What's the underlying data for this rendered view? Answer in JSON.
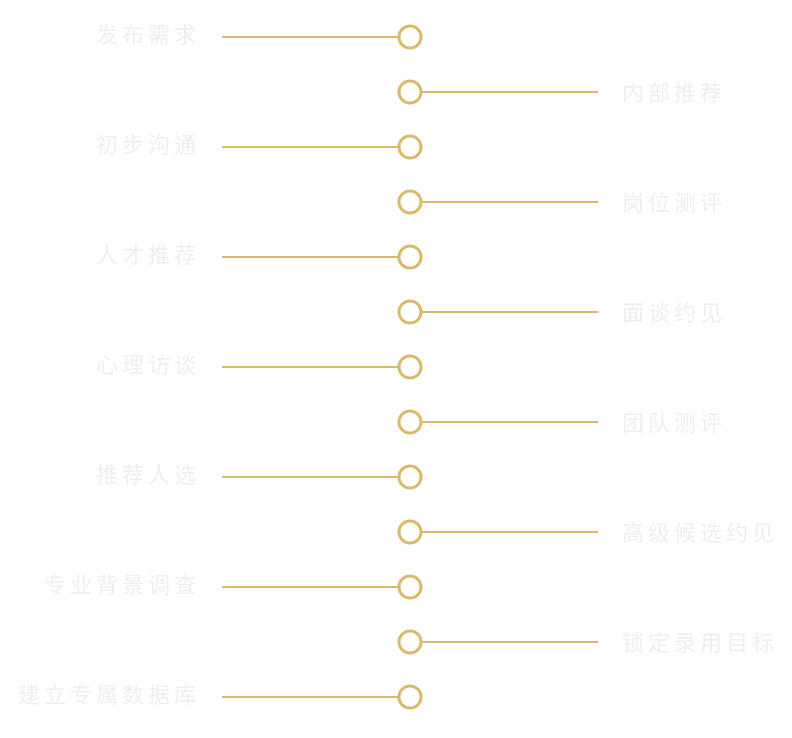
{
  "colors": {
    "line": "#d9b96a",
    "node_fill": "#ffffff",
    "label": "#eeeeee"
  },
  "steps": [
    {
      "label": "发布需求",
      "side": "left"
    },
    {
      "label": "内部推荐",
      "side": "right"
    },
    {
      "label": "初步沟通",
      "side": "left"
    },
    {
      "label": "岗位测评",
      "side": "right"
    },
    {
      "label": "人才推荐",
      "side": "left"
    },
    {
      "label": "面谈约见",
      "side": "right"
    },
    {
      "label": "心理访谈",
      "side": "left"
    },
    {
      "label": "团队测评",
      "side": "right"
    },
    {
      "label": "推荐人选",
      "side": "left"
    },
    {
      "label": "高级候选约见",
      "side": "right"
    },
    {
      "label": "专业背景调查",
      "side": "left"
    },
    {
      "label": "锁定录用目标",
      "side": "right"
    },
    {
      "label": "建立专属数据库",
      "side": "left"
    }
  ]
}
